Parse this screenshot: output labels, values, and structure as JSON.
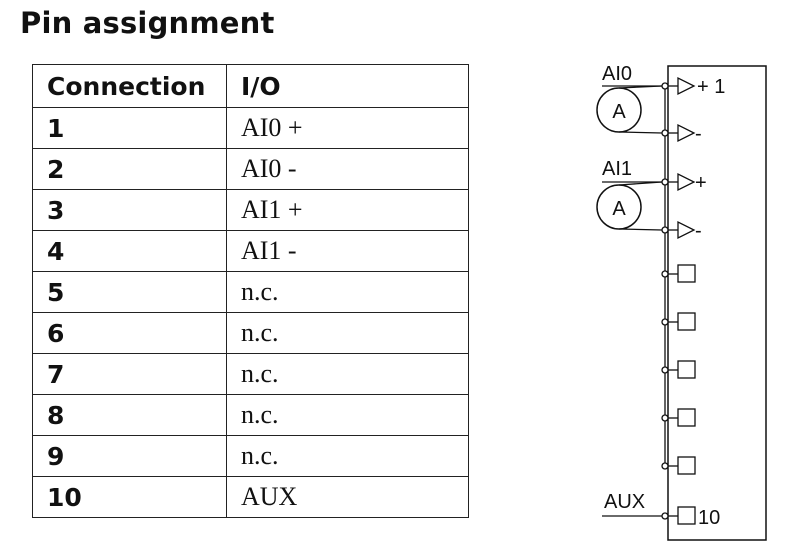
{
  "title": "Pin assignment",
  "table": {
    "headers": [
      "Connection",
      "I/O"
    ],
    "rows": [
      {
        "connection": "1",
        "io": "AI0 +"
      },
      {
        "connection": "2",
        "io": "AI0  -"
      },
      {
        "connection": "3",
        "io": "AI1 +"
      },
      {
        "connection": "4",
        "io": "AI1 -"
      },
      {
        "connection": "5",
        "io": "n.c."
      },
      {
        "connection": "6",
        "io": "n.c."
      },
      {
        "connection": "7",
        "io": "n.c."
      },
      {
        "connection": "8",
        "io": "n.c."
      },
      {
        "connection": "9",
        "io": "n.c."
      },
      {
        "connection": "10",
        "io": "AUX"
      }
    ]
  },
  "diagram": {
    "input_labels": [
      "AI0",
      "AI1",
      "AUX"
    ],
    "ammeter_label": "A",
    "pin_labels": [
      "+ 1",
      "-",
      "+",
      "-",
      "10"
    ]
  }
}
